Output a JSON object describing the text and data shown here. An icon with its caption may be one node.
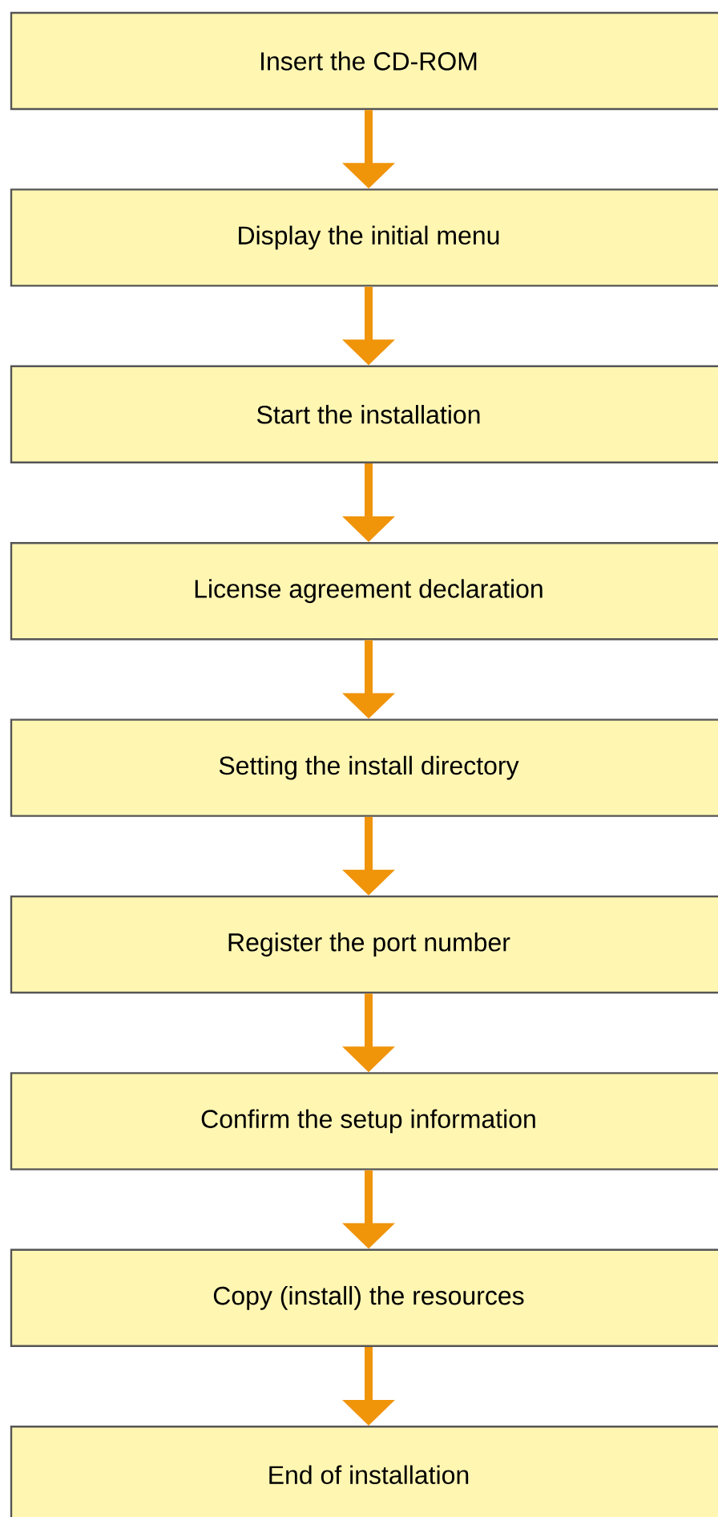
{
  "diagram": {
    "nodes": [
      {
        "text": [
          "Insert the CD-ROM"
        ]
      },
      {
        "text": [
          "Display the initial menu"
        ]
      },
      {
        "text": [
          "Start the installation"
        ]
      },
      {
        "text": [
          "License agreement declaration"
        ]
      },
      {
        "text": [
          "Setting the install directory"
        ]
      },
      {
        "text": [
          "Register the port number"
        ]
      },
      {
        "text": [
          "Confirm the setup information"
        ]
      },
      {
        "text": [
          "Copy (install) the resources"
        ]
      },
      {
        "text": [
          "End of installation"
        ]
      }
    ],
    "edges": [
      {
        "from": 0,
        "to": 1,
        "arrow": "to"
      },
      {
        "from": 1,
        "to": 2,
        "arrow": "to"
      },
      {
        "from": 2,
        "to": 3,
        "arrow": "to"
      },
      {
        "from": 3,
        "to": 4,
        "arrow": "to"
      },
      {
        "from": 4,
        "to": 5,
        "arrow": "to"
      },
      {
        "from": 5,
        "to": 6,
        "arrow": "to"
      },
      {
        "from": 6,
        "to": 7,
        "arrow": "to"
      },
      {
        "from": 7,
        "to": 8,
        "arrow": "to"
      }
    ]
  }
}
